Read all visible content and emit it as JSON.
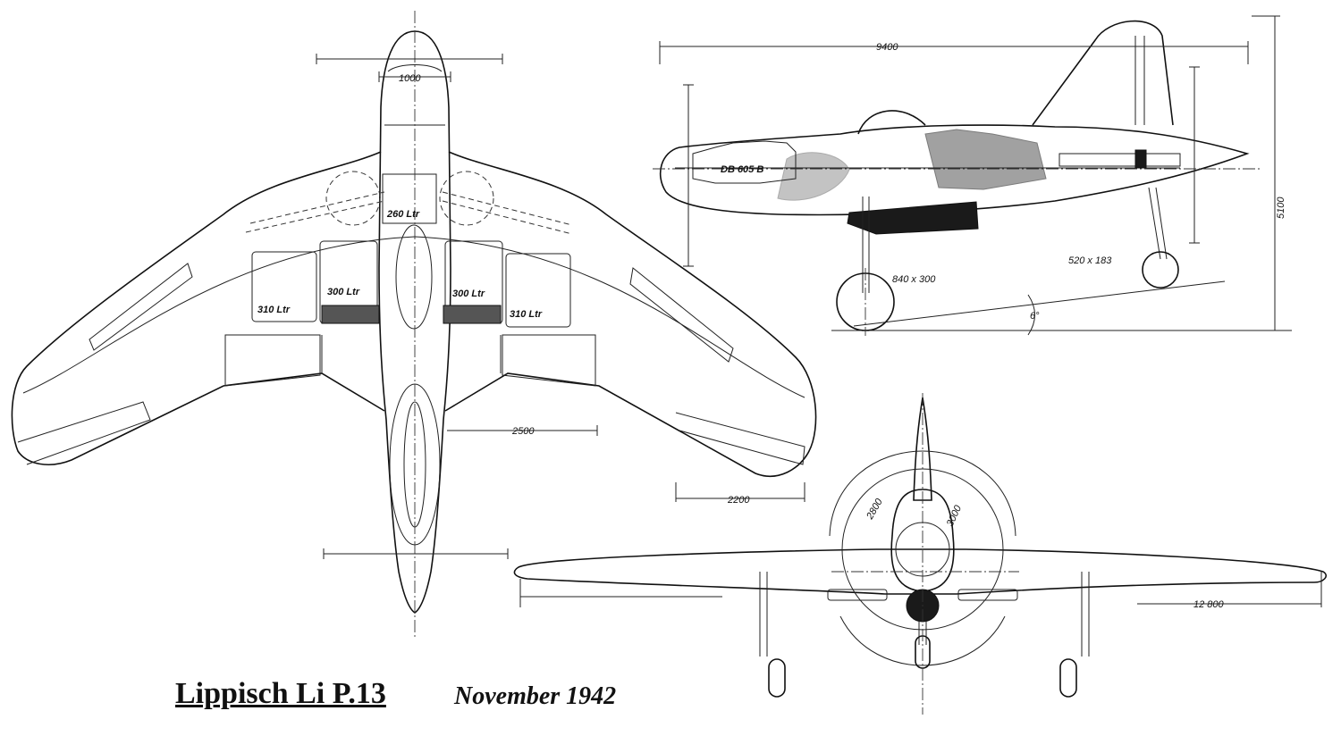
{
  "title": "Lippisch Li P.13",
  "date": "November 1942",
  "engine_label": "DB 605 B",
  "tanks": {
    "center": "260 Ltr",
    "left_inner": "300 Ltr",
    "right_inner": "300 Ltr",
    "left_outer": "310 Ltr",
    "right_outer": "310 Ltr"
  },
  "dimensions": {
    "nose_width": "1000",
    "flap_span": "2500",
    "aileron_span": "2200",
    "length": "9400",
    "height": "5100",
    "main_wheel": "840 x 300",
    "tail_wheel": "520 x 183",
    "angle": "6°",
    "radius_inner": "2800",
    "radius_outer": "3000",
    "wingspan": "12 800"
  }
}
